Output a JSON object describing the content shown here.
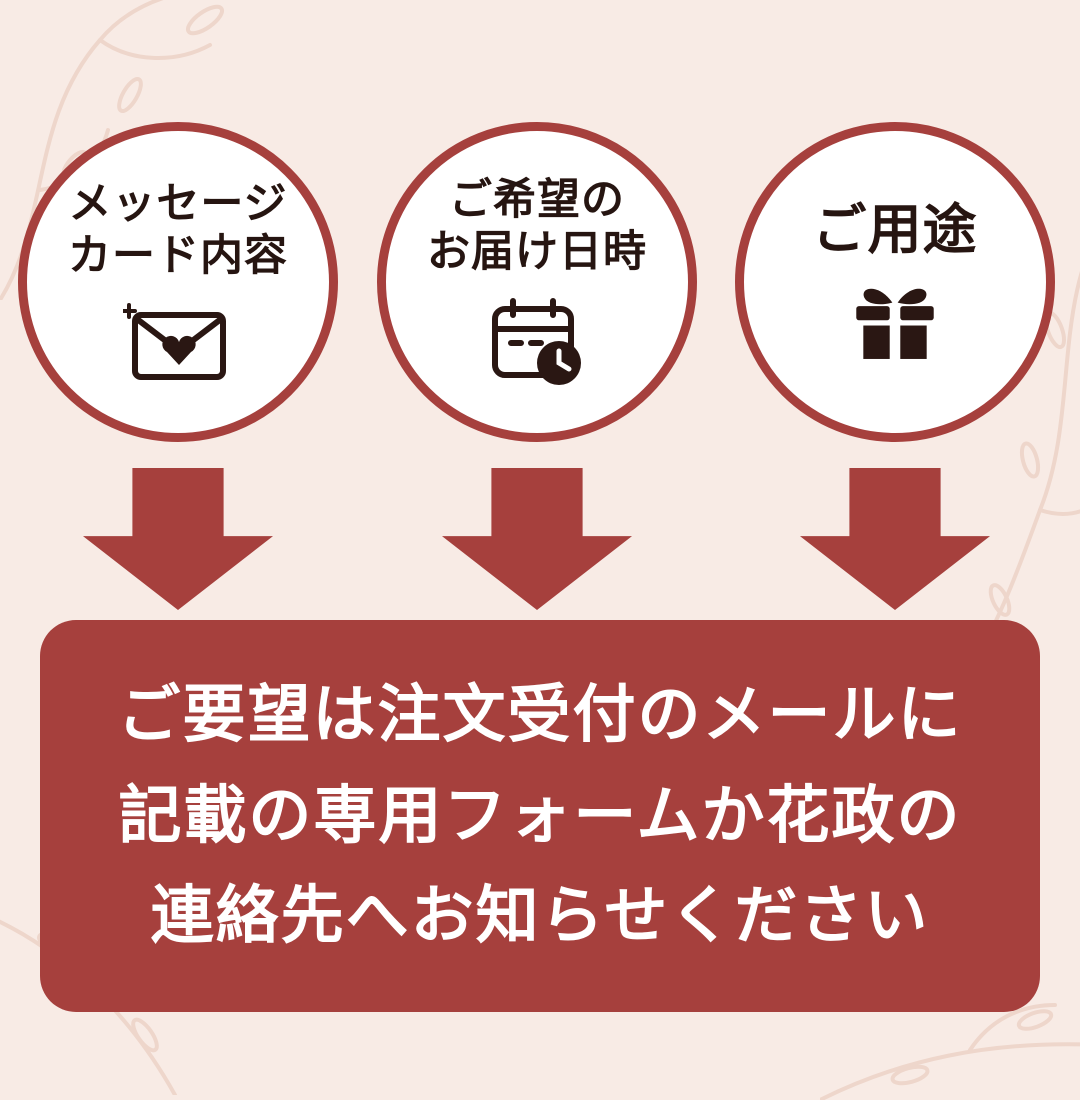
{
  "theme": {
    "background_color": "#f8ebe5",
    "accent_color": "#a6403d",
    "icon_color": "#2a1713",
    "circle_fill": "#ffffff",
    "notice_text_color": "#ffffff",
    "branch_color": "#eed6cb"
  },
  "circles": [
    {
      "label_line1": "メッセージ",
      "label_line2": "カード内容",
      "icon": "envelope-heart-icon"
    },
    {
      "label_line1": "ご希望の",
      "label_line2": "お届け日時",
      "icon": "calendar-clock-icon"
    },
    {
      "label_line1": "ご用途",
      "icon": "gift-icon"
    }
  ],
  "notice": {
    "line1": "ご要望は注文受付のメールに",
    "line2": "記載の専用フォームか花政の",
    "line3": "連絡先へお知らせください"
  }
}
